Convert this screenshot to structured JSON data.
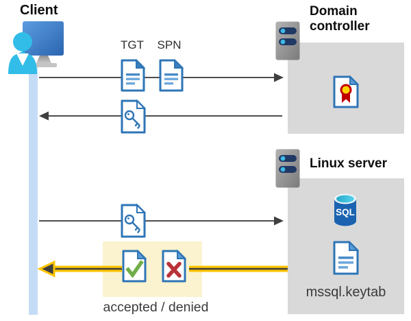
{
  "labels": {
    "client_title": "Client",
    "tgt": "TGT",
    "spn": "SPN",
    "domain_controller_title": "Domain controller",
    "linux_server_title": "Linux server",
    "sql_badge": "SQL",
    "keytab_filename": "mssql.keytab",
    "accepted_denied": "accepted / denied"
  },
  "icons": [
    "client-user-monitor-icon",
    "server-icon (domain controller)",
    "server-icon (linux)",
    "document-lines-icon (TGT)",
    "document-lines-icon (SPN)",
    "key-document-icon (from domain controller)",
    "key-document-icon (to linux server)",
    "certificate-document-icon",
    "sql-database-icon",
    "keytab-document-icon",
    "check-document-icon",
    "cross-document-icon"
  ],
  "flows": [
    {
      "step": 1,
      "from": "client",
      "to": "domain-controller",
      "direction": "right",
      "items": [
        "TGT",
        "SPN"
      ]
    },
    {
      "step": 2,
      "from": "domain-controller",
      "to": "client",
      "direction": "left",
      "items": [
        "key-document"
      ]
    },
    {
      "step": 3,
      "from": "client",
      "to": "linux-server",
      "direction": "right",
      "items": [
        "key-document"
      ]
    },
    {
      "step": 4,
      "from": "linux-server",
      "to": "client",
      "direction": "left",
      "items": [
        "check-document",
        "cross-document"
      ],
      "result": "accepted / denied",
      "highlighted": true
    }
  ],
  "colors": {
    "doc_border": "#2e75b6",
    "doc_fold": "#5b9bd5",
    "doc_stripe": "#4a8bc9",
    "check_green": "#70ad47",
    "cross_red": "#b93238",
    "cert_red": "#c00000",
    "cert_yellow": "#ffd500",
    "arrow_gray": "#4d4d4d",
    "highlight_yellow": "#ffc400",
    "highlight_box": "#fbf3cf",
    "container_gray": "#d9d9d9",
    "lifeline_blue": "#c5dcf6",
    "person_cyan": "#31bde8",
    "monitor_blue": "#3a7bc8",
    "server_pill_navy": "#203864",
    "sql_blue": "#1b63b0"
  }
}
